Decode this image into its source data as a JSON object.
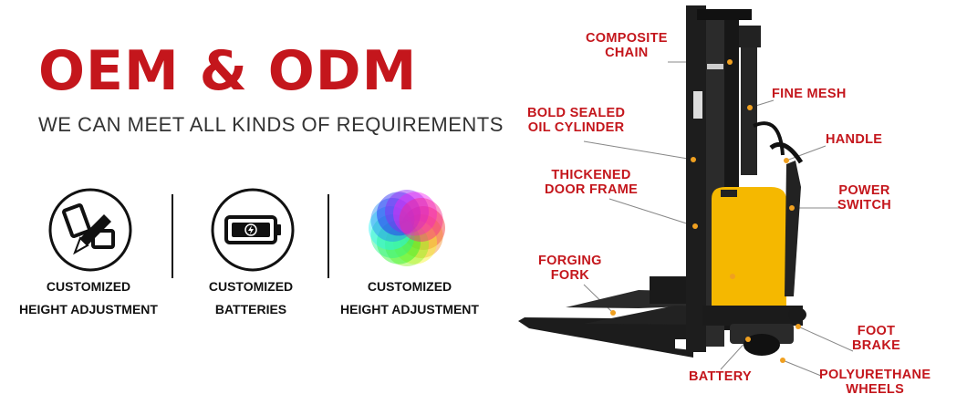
{
  "header": {
    "title": "OEM & ODM",
    "subtitle": "WE CAN MEET ALL KINDS OF REQUIREMENTS"
  },
  "features": [
    {
      "icon": "pencil-ruler-icon",
      "line1": "CUSTOMIZED",
      "line2": "HEIGHT ADJUSTMENT"
    },
    {
      "icon": "battery-icon",
      "line1": "CUSTOMIZED",
      "line2": "BATTERIES"
    },
    {
      "icon": "color-wheel-icon",
      "line1": "CUSTOMIZED",
      "line2": "HEIGHT ADJUSTMENT"
    }
  ],
  "callouts": {
    "composite_chain": [
      "COMPOSITE",
      "CHAIN"
    ],
    "fine_mesh": [
      "FINE MESH"
    ],
    "oil_cylinder": [
      "BOLD SEALED",
      "OIL CYLINDER"
    ],
    "handle": [
      "HANDLE"
    ],
    "door_frame": [
      "THICKENED",
      "DOOR FRAME"
    ],
    "power_switch": [
      "POWER",
      "SWITCH"
    ],
    "forging_fork": [
      "FORGING",
      "FORK"
    ],
    "foot_brake": [
      "FOOT",
      "BRAKE"
    ],
    "battery": [
      "BATTERY"
    ],
    "wheels": [
      "POLYURETHANE",
      "WHEELS"
    ]
  },
  "colors": {
    "brand_red": "#c4161c",
    "machine_yellow": "#f5b800",
    "machine_black": "#1a1a1a",
    "dot_orange": "#f0a020"
  }
}
